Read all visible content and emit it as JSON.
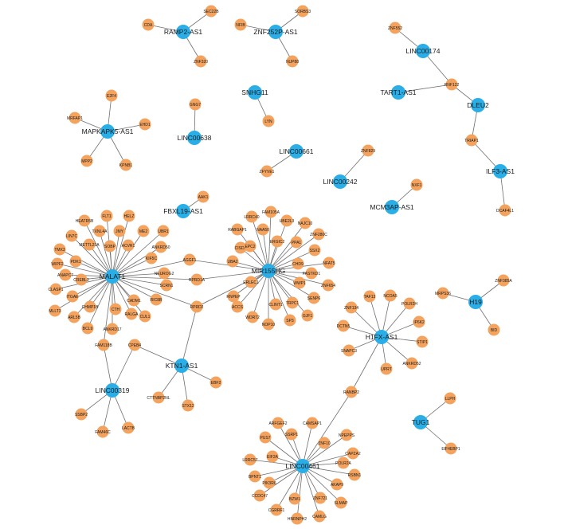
{
  "hubs": [
    "RAMP2-AS1",
    "ZNF252P-AS1",
    "LINC00174",
    "TART1-AS1",
    "DLEU2",
    "ILF3-AS1",
    "SNHG11",
    "MAPKAPK5-AS1",
    "LINC00638",
    "LINC00661",
    "LINC00242",
    "MCM3AP-AS1",
    "FBXL19-AS1",
    "MALAT1",
    "MIR155HG",
    "H19",
    "H1FX-AS1",
    "KTN1-AS1",
    "LINC00319",
    "TUG1",
    "LINC00461"
  ],
  "genes": [
    "CDA",
    "SEC22B",
    "ZNF320",
    "NFIB",
    "SORBS3",
    "NUP88",
    "ZNF552",
    "RNF122",
    "TRIAP1",
    "DCAF4L1",
    "LYN",
    "E2F4",
    "MRFAP1",
    "EHD1",
    "MPP2",
    "KPNB1",
    "GNG7",
    "ZFYVE1",
    "ZNF829",
    "NXF1",
    "AAK1",
    "HEATR5B",
    "FLT1",
    "HELZ",
    "TXNL4A",
    "LIN7C",
    "JMY",
    "ME2",
    "UBR1",
    "TMX3",
    "METTL21A",
    "SOBP",
    "ACVR1",
    "ANKRD50",
    "WIPF2",
    "PDK1",
    "KIF5C",
    "CREBL2",
    "ANAPC7",
    "CLASP1",
    "AGGF1",
    "NEUROG2",
    "ITGAE",
    "RPRD1A",
    "SCRN1",
    "CADM1",
    "MLLT3",
    "CHMP1B",
    "CTH",
    "RIC8B",
    "ARL5B",
    "RALGA",
    "CUL1",
    "BCL9",
    "ANKRD17",
    "RPRD2",
    "FAM118B",
    "CPEB4",
    "FAM105A",
    "LRRC40",
    "UBE2L3",
    "RABGAP1",
    "NAA50",
    "NAJC10",
    "ZNF280C",
    "CISD2",
    "EPC2",
    "ERGIC2",
    "PPA1",
    "UBA2",
    "CHD9",
    "SSX2",
    "NFAT5",
    "ERLEC1",
    "FASTKD1",
    "ZNF654",
    "RNPEP",
    "WWP1",
    "ACCS",
    "WDR72",
    "NOP10",
    "SP3",
    "CLINT1",
    "TRPC1",
    "GJF1",
    "SENP6",
    "ZNF385A",
    "MRPS36",
    "BID",
    "TAF13",
    "NCOA5",
    "ZNF134",
    "POLR2H",
    "DCTN5",
    "IP6K2",
    "SNAPC3",
    "STIP1",
    "UPRT",
    "ANKRD52",
    "RANBP2",
    "EBF2",
    "CTTNBP2NL",
    "STX12",
    "SSBP2",
    "FAM46C",
    "LACTB",
    "LLPH",
    "EIF4EBP1",
    "ARFGEF2",
    "CAMSAP1",
    "NPEPPS",
    "PUS7",
    "SSRP1",
    "ZNF10",
    "CAPZA2",
    "EIF2A",
    "POLR2A",
    "LRRC57",
    "RSBN1",
    "BPNT1",
    "PIK3R6",
    "AKAP9",
    "CCDC47",
    "BZW1",
    "ZNF721",
    "SLMAP",
    "CGRRF1",
    "HNRNPH2",
    "CAMLG"
  ],
  "edges": [
    [
      "RAMP2-AS1",
      "CDA"
    ],
    [
      "RAMP2-AS1",
      "SEC22B"
    ],
    [
      "RAMP2-AS1",
      "ZNF320"
    ],
    [
      "ZNF252P-AS1",
      "NFIB"
    ],
    [
      "ZNF252P-AS1",
      "SORBS3"
    ],
    [
      "ZNF252P-AS1",
      "NUP88"
    ],
    [
      "LINC00174",
      "ZNF552"
    ],
    [
      "LINC00174",
      "RNF122"
    ],
    [
      "TART1-AS1",
      "RNF122"
    ],
    [
      "DLEU2",
      "RNF122"
    ],
    [
      "DLEU2",
      "TRIAP1"
    ],
    [
      "ILF3-AS1",
      "TRIAP1"
    ],
    [
      "ILF3-AS1",
      "DCAF4L1"
    ],
    [
      "SNHG11",
      "LYN"
    ],
    [
      "MAPKAPK5-AS1",
      "E2F4"
    ],
    [
      "MAPKAPK5-AS1",
      "MRFAP1"
    ],
    [
      "MAPKAPK5-AS1",
      "EHD1"
    ],
    [
      "MAPKAPK5-AS1",
      "MPP2"
    ],
    [
      "MAPKAPK5-AS1",
      "KPNB1"
    ],
    [
      "LINC00638",
      "GNG7"
    ],
    [
      "LINC00661",
      "ZFYVE1"
    ],
    [
      "LINC00242",
      "ZNF829"
    ],
    [
      "MCM3AP-AS1",
      "NXF1"
    ],
    [
      "FBXL19-AS1",
      "AAK1"
    ],
    [
      "MALAT1",
      "HEATR5B"
    ],
    [
      "MALAT1",
      "FLT1"
    ],
    [
      "MALAT1",
      "HELZ"
    ],
    [
      "MALAT1",
      "TXNL4A"
    ],
    [
      "MALAT1",
      "LIN7C"
    ],
    [
      "MALAT1",
      "JMY"
    ],
    [
      "MALAT1",
      "ME2"
    ],
    [
      "MALAT1",
      "UBR1"
    ],
    [
      "MALAT1",
      "TMX3"
    ],
    [
      "MALAT1",
      "METTL21A"
    ],
    [
      "MALAT1",
      "SOBP"
    ],
    [
      "MALAT1",
      "ACVR1"
    ],
    [
      "MALAT1",
      "ANKRD50"
    ],
    [
      "MALAT1",
      "WIPF2"
    ],
    [
      "MALAT1",
      "PDK1"
    ],
    [
      "MALAT1",
      "KIF5C"
    ],
    [
      "MALAT1",
      "CREBL2"
    ],
    [
      "MALAT1",
      "ANAPC7"
    ],
    [
      "MALAT1",
      "CLASP1"
    ],
    [
      "MALAT1",
      "AGGF1"
    ],
    [
      "MALAT1",
      "NEUROG2"
    ],
    [
      "MALAT1",
      "ITGAE"
    ],
    [
      "MALAT1",
      "RPRD1A"
    ],
    [
      "MALAT1",
      "SCRN1"
    ],
    [
      "MALAT1",
      "CADM1"
    ],
    [
      "MALAT1",
      "MLLT3"
    ],
    [
      "MALAT1",
      "CHMP1B"
    ],
    [
      "MALAT1",
      "CTH"
    ],
    [
      "MALAT1",
      "RIC8B"
    ],
    [
      "MALAT1",
      "ARL5B"
    ],
    [
      "MALAT1",
      "RALGA"
    ],
    [
      "MALAT1",
      "CUL1"
    ],
    [
      "MALAT1",
      "BCL9"
    ],
    [
      "MALAT1",
      "ANKRD17"
    ],
    [
      "MALAT1",
      "RPRD2"
    ],
    [
      "MALAT1",
      "FAM118B"
    ],
    [
      "MIR155HG",
      "FAM105A"
    ],
    [
      "MIR155HG",
      "LRRC40"
    ],
    [
      "MIR155HG",
      "UBE2L3"
    ],
    [
      "MIR155HG",
      "RABGAP1"
    ],
    [
      "MIR155HG",
      "NAA50"
    ],
    [
      "MIR155HG",
      "NAJC10"
    ],
    [
      "MIR155HG",
      "ZNF280C"
    ],
    [
      "MIR155HG",
      "CISD2"
    ],
    [
      "MIR155HG",
      "EPC2"
    ],
    [
      "MIR155HG",
      "ERGIC2"
    ],
    [
      "MIR155HG",
      "PPA1"
    ],
    [
      "MIR155HG",
      "UBA2"
    ],
    [
      "MIR155HG",
      "CHD9"
    ],
    [
      "MIR155HG",
      "SSX2"
    ],
    [
      "MIR155HG",
      "NFAT5"
    ],
    [
      "MIR155HG",
      "AGGF1"
    ],
    [
      "MIR155HG",
      "RPRD1A"
    ],
    [
      "MIR155HG",
      "ERLEC1"
    ],
    [
      "MIR155HG",
      "FASTKD1"
    ],
    [
      "MIR155HG",
      "ZNF654"
    ],
    [
      "MIR155HG",
      "RNPEP"
    ],
    [
      "MIR155HG",
      "WWP1"
    ],
    [
      "MIR155HG",
      "ACCS"
    ],
    [
      "MIR155HG",
      "WDR72"
    ],
    [
      "MIR155HG",
      "NOP10"
    ],
    [
      "MIR155HG",
      "SP3"
    ],
    [
      "MIR155HG",
      "CLINT1"
    ],
    [
      "MIR155HG",
      "TRPC1"
    ],
    [
      "MIR155HG",
      "GJF1"
    ],
    [
      "MIR155HG",
      "SENP6"
    ],
    [
      "MIR155HG",
      "RPRD2"
    ],
    [
      "H19",
      "ZNF385A"
    ],
    [
      "H19",
      "MRPS36"
    ],
    [
      "H19",
      "BID"
    ],
    [
      "H1FX-AS1",
      "TAF13"
    ],
    [
      "H1FX-AS1",
      "NCOA5"
    ],
    [
      "H1FX-AS1",
      "ZNF134"
    ],
    [
      "H1FX-AS1",
      "POLR2H"
    ],
    [
      "H1FX-AS1",
      "DCTN5"
    ],
    [
      "H1FX-AS1",
      "IP6K2"
    ],
    [
      "H1FX-AS1",
      "SNAPC3"
    ],
    [
      "H1FX-AS1",
      "STIP1"
    ],
    [
      "H1FX-AS1",
      "UPRT"
    ],
    [
      "H1FX-AS1",
      "ANKRD52"
    ],
    [
      "H1FX-AS1",
      "RANBP2"
    ],
    [
      "KTN1-AS1",
      "RPRD2"
    ],
    [
      "KTN1-AS1",
      "CPEB4"
    ],
    [
      "KTN1-AS1",
      "EBF2"
    ],
    [
      "KTN1-AS1",
      "CTTNBP2NL"
    ],
    [
      "KTN1-AS1",
      "STX12"
    ],
    [
      "LINC00319",
      "FAM118B"
    ],
    [
      "LINC00319",
      "CPEB4"
    ],
    [
      "LINC00319",
      "SSBP2"
    ],
    [
      "LINC00319",
      "FAM46C"
    ],
    [
      "LINC00319",
      "LACTB"
    ],
    [
      "TUG1",
      "LLPH"
    ],
    [
      "TUG1",
      "EIF4EBP1"
    ],
    [
      "LINC00461",
      "RANBP2"
    ],
    [
      "LINC00461",
      "ARFGEF2"
    ],
    [
      "LINC00461",
      "CAMSAP1"
    ],
    [
      "LINC00461",
      "NPEPPS"
    ],
    [
      "LINC00461",
      "PUS7"
    ],
    [
      "LINC00461",
      "SSRP1"
    ],
    [
      "LINC00461",
      "ZNF10"
    ],
    [
      "LINC00461",
      "CAPZA2"
    ],
    [
      "LINC00461",
      "EIF2A"
    ],
    [
      "LINC00461",
      "POLR2A"
    ],
    [
      "LINC00461",
      "LRRC57"
    ],
    [
      "LINC00461",
      "RSBN1"
    ],
    [
      "LINC00461",
      "BPNT1"
    ],
    [
      "LINC00461",
      "PIK3R6"
    ],
    [
      "LINC00461",
      "AKAP9"
    ],
    [
      "LINC00461",
      "CCDC47"
    ],
    [
      "LINC00461",
      "BZW1"
    ],
    [
      "LINC00461",
      "ZNF721"
    ],
    [
      "LINC00461",
      "SLMAP"
    ],
    [
      "LINC00461",
      "CGRRF1"
    ],
    [
      "LINC00461",
      "HNRNPH2"
    ],
    [
      "LINC00461",
      "CAMLG"
    ]
  ],
  "colors": {
    "hub": "#29aee7",
    "gene": "#f4a35f",
    "edge": "#6f6f6f"
  }
}
